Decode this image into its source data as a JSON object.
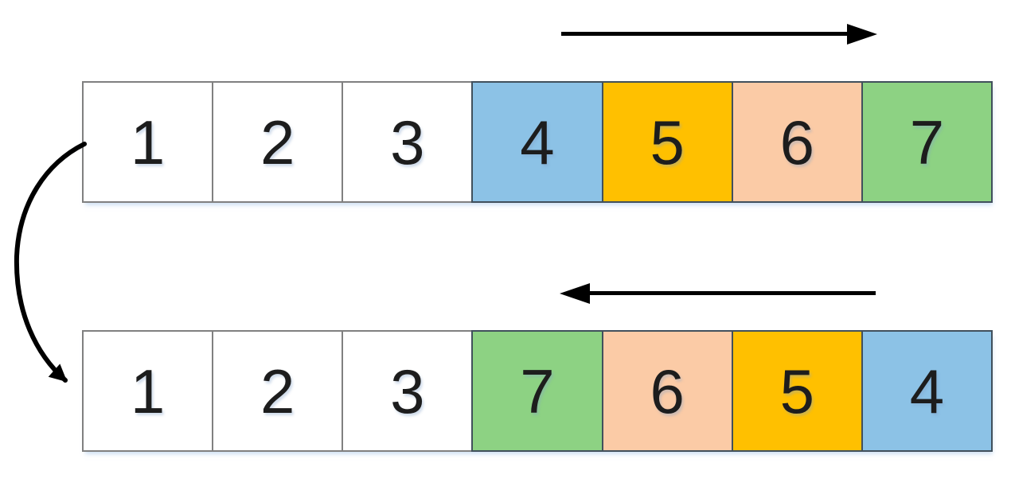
{
  "top_array": {
    "cells": [
      {
        "value": "1",
        "bg": "#FFFFFF"
      },
      {
        "value": "2",
        "bg": "#FFFFFF"
      },
      {
        "value": "3",
        "bg": "#FFFFFF"
      },
      {
        "value": "4",
        "bg": "#8CC2E6"
      },
      {
        "value": "5",
        "bg": "#FFC000"
      },
      {
        "value": "6",
        "bg": "#FBCBA6"
      },
      {
        "value": "7",
        "bg": "#8DD283"
      }
    ]
  },
  "bottom_array": {
    "cells": [
      {
        "value": "1",
        "bg": "#FFFFFF"
      },
      {
        "value": "2",
        "bg": "#FFFFFF"
      },
      {
        "value": "3",
        "bg": "#FFFFFF"
      },
      {
        "value": "7",
        "bg": "#8DD283"
      },
      {
        "value": "6",
        "bg": "#FBCBA6"
      },
      {
        "value": "5",
        "bg": "#FFC000"
      },
      {
        "value": "4",
        "bg": "#8CC2E6"
      }
    ]
  },
  "arrows": {
    "top": {
      "direction": "right",
      "color": "#000000"
    },
    "middle": {
      "direction": "left",
      "color": "#000000"
    },
    "left_curve": {
      "direction": "top-to-bottom",
      "color": "#000000"
    }
  }
}
